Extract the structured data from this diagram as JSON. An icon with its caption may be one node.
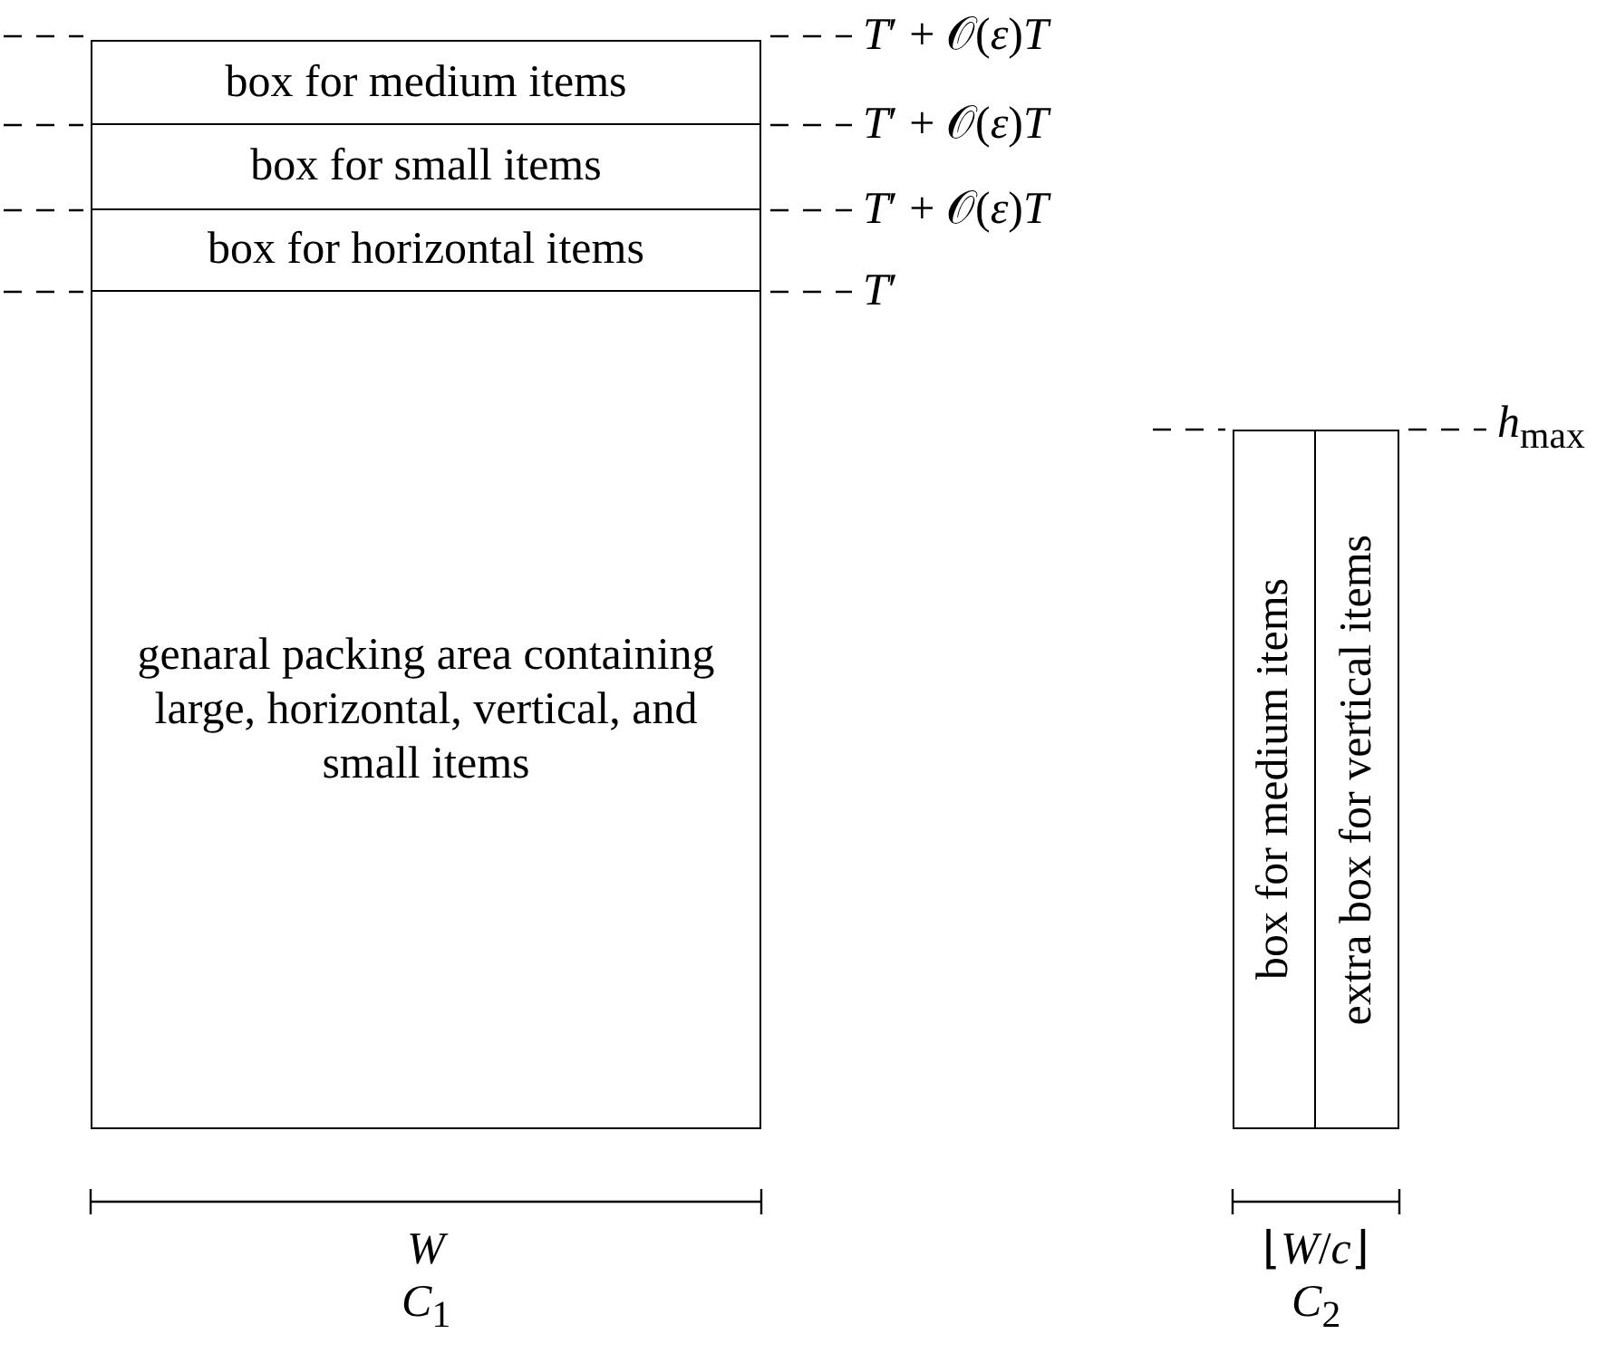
{
  "diagram": {
    "nodes": [
      {
        "text": [
          "box for medium items"
        ]
      },
      {
        "text": [
          "box for small items"
        ]
      },
      {
        "text": [
          "box for horizontal items"
        ]
      },
      {
        "text": [
          "genaral packing area containing large, horizontal, vertical, and small items"
        ]
      },
      {
        "text": [
          "box for medium items"
        ]
      },
      {
        "text": [
          "extra box for vertical items"
        ]
      }
    ],
    "edges": [],
    "labels": [
      "*T*′ + 𝒪(*ε*)*T*",
      "*T*′ + 𝒪(*ε*)*T*",
      "*T*′ + 𝒪(*ε*)*T*",
      "*T*′",
      "*h*$_{max}$",
      "*W*",
      "*C*$_{1}$",
      "⌊*W*/*c*⌋",
      "*C*$_{2}$"
    ]
  }
}
